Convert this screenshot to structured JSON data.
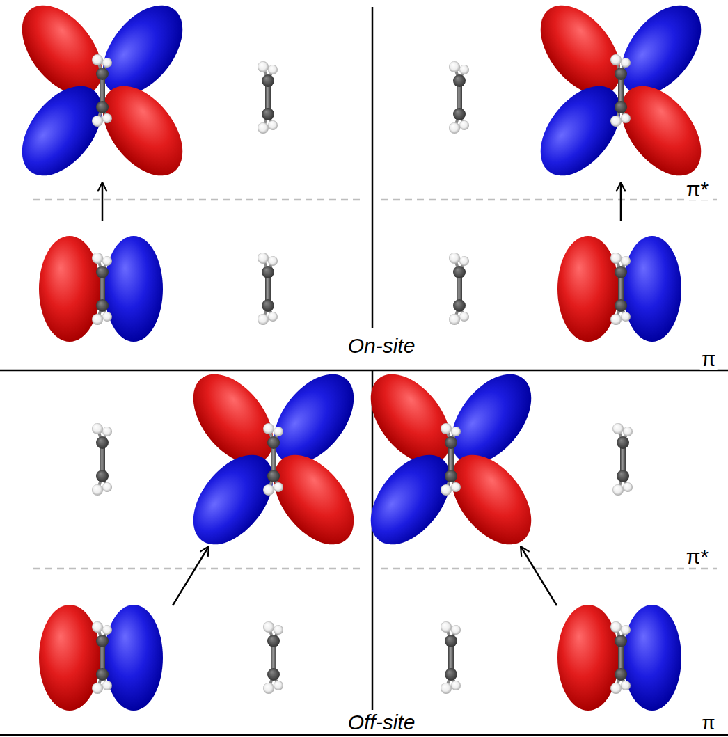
{
  "diagram": {
    "labels": [
      "π*",
      "On-site",
      "π",
      "π*",
      "Off-site",
      "π"
    ]
  }
}
